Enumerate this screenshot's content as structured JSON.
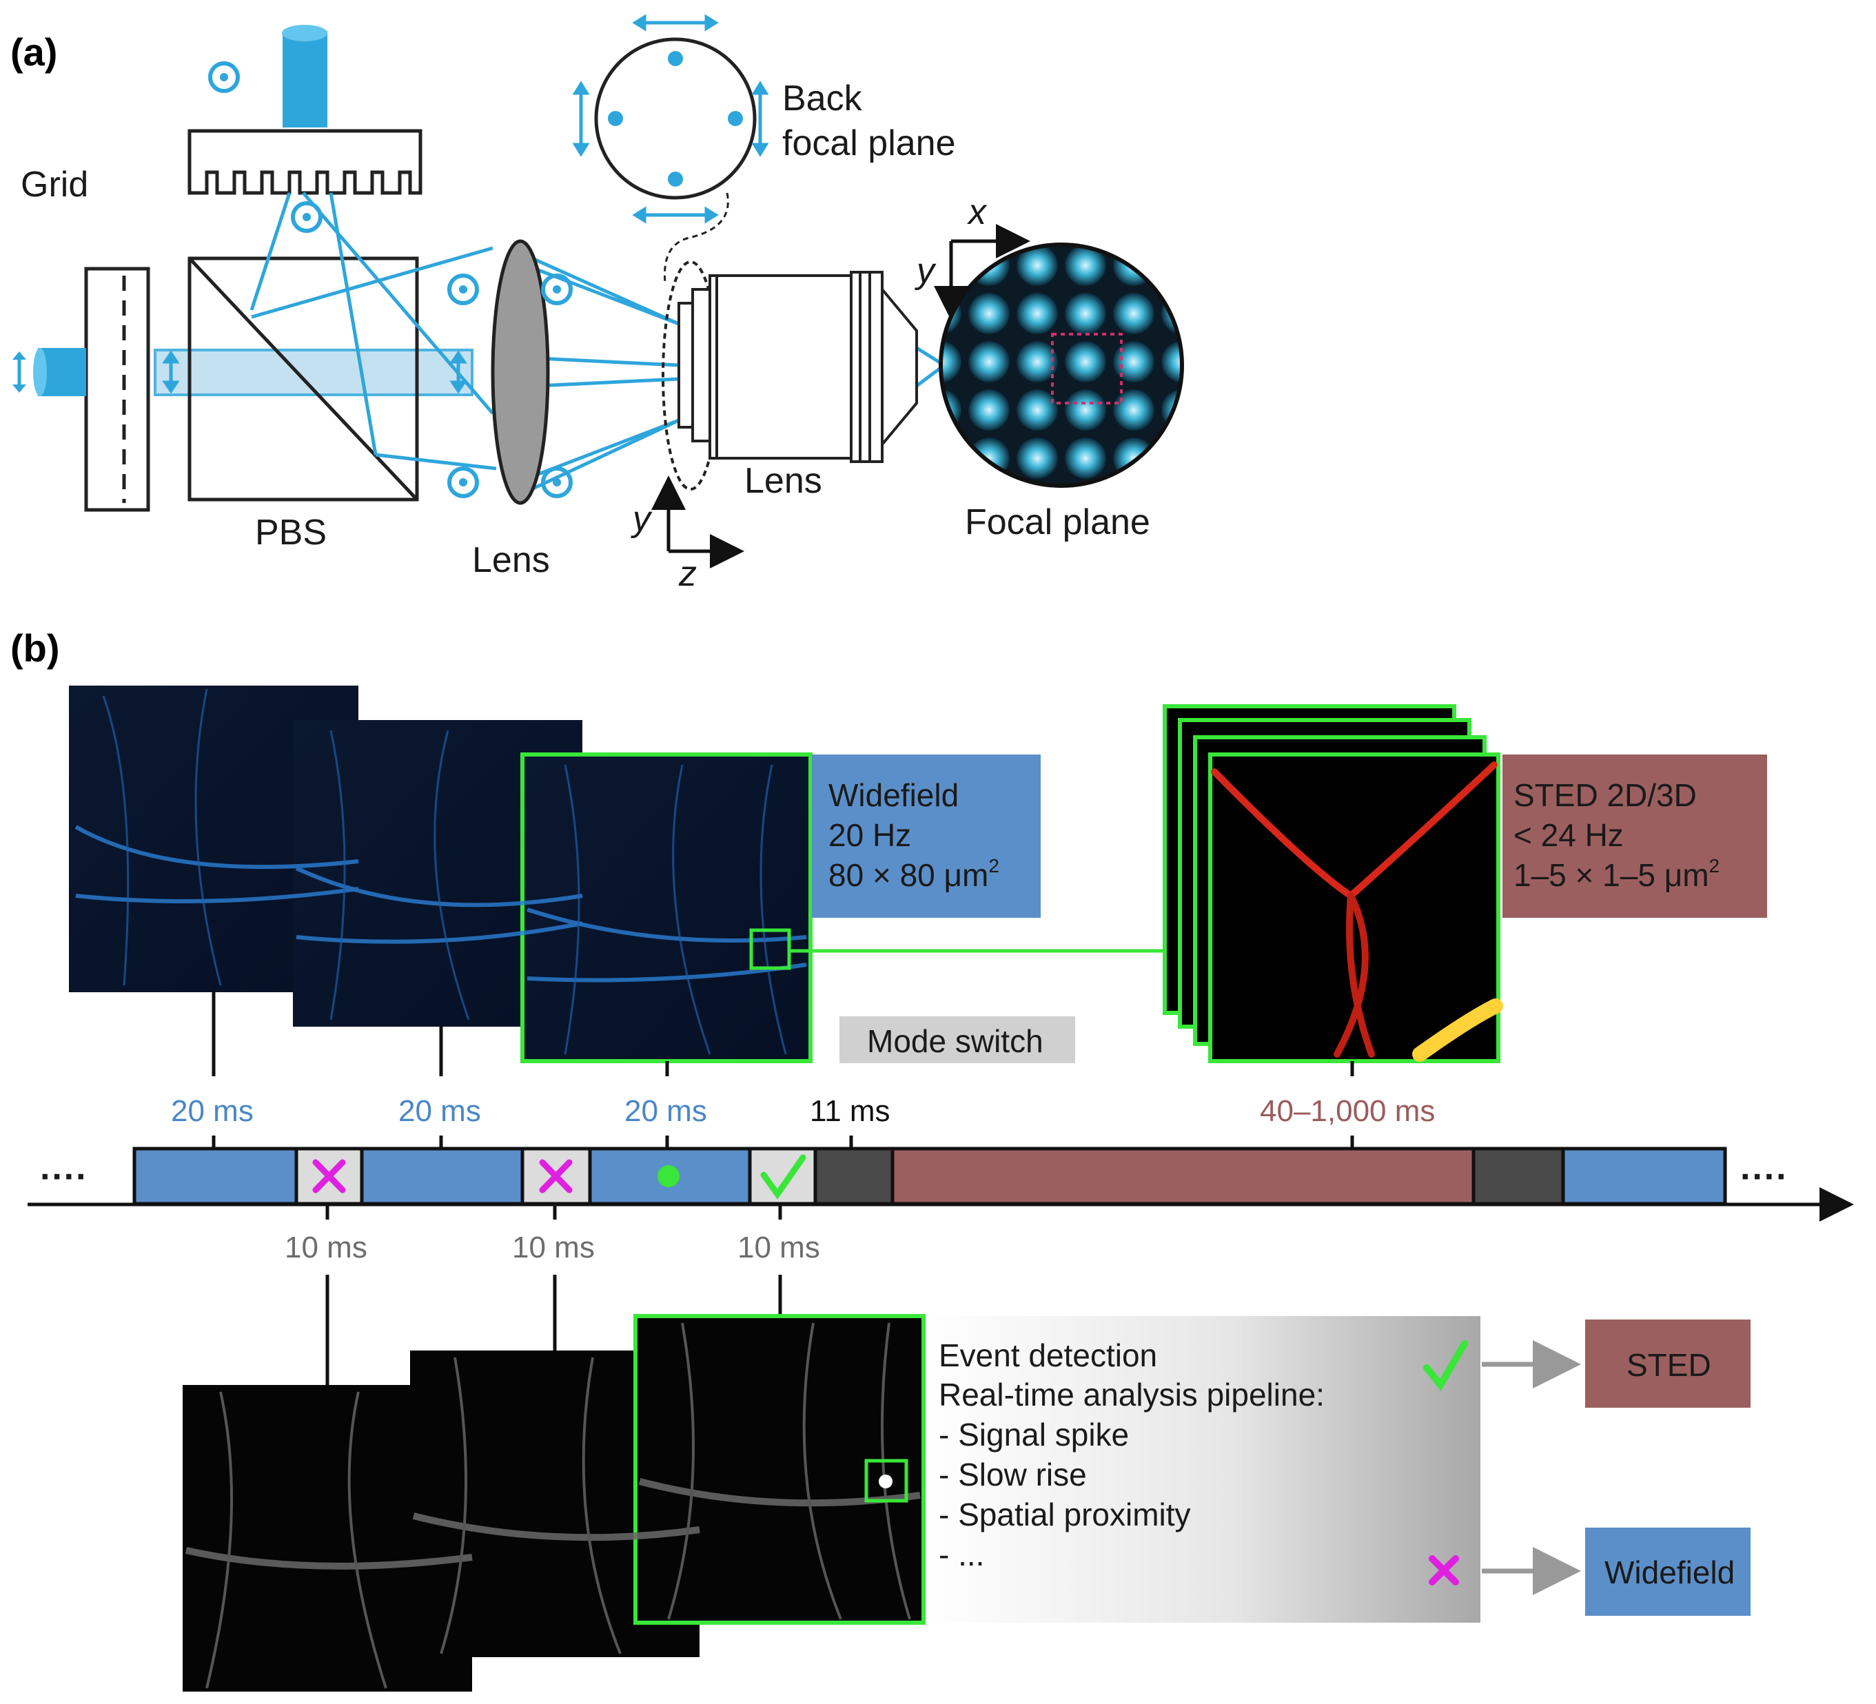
{
  "panel_a": {
    "label": "(a)",
    "grid_label": "Grid",
    "back_focal_label_1": "Back",
    "back_focal_label_2": "focal plane",
    "pbs_label": "PBS",
    "lens1_label": "Lens",
    "lens2_label": "Lens",
    "focal_plane_label": "Focal plane",
    "axis_x": "x",
    "axis_y": "y",
    "axis_y2": "y",
    "axis_z": "z"
  },
  "panel_b": {
    "label": "(b)",
    "widefield_box": {
      "line1": "Widefield",
      "line2": "20 Hz",
      "line3": "80 × 80 μm",
      "sup": "2"
    },
    "sted_box": {
      "line1": "STED 2D/3D",
      "line2": "< 24 Hz",
      "line3": "1–5 × 1–5 μm",
      "sup": "2"
    },
    "mode_switch": "Mode switch",
    "timings_top": [
      "20 ms",
      "20 ms",
      "20 ms",
      "11 ms",
      "40–1,000 ms"
    ],
    "timings_bottom": [
      "10 ms",
      "10 ms",
      "10 ms"
    ],
    "timeline_ellipsis_left": "····",
    "timeline_ellipsis_right": "····",
    "analysis": {
      "line1": "Event detection",
      "line2": "Real-time analysis pipeline:",
      "items": [
        "- Signal spike",
        "- Slow rise",
        "- Spatial proximity",
        "- ..."
      ]
    },
    "out_sted": "STED",
    "out_widefield": "Widefield"
  },
  "colors": {
    "accent_blue": "#2ea6dc",
    "widefield_blue": "#5b8fc9",
    "sted_red": "#9c5f5f",
    "green": "#39e639",
    "magenta": "#e020e0",
    "dark_gray": "#4a4a4a"
  }
}
